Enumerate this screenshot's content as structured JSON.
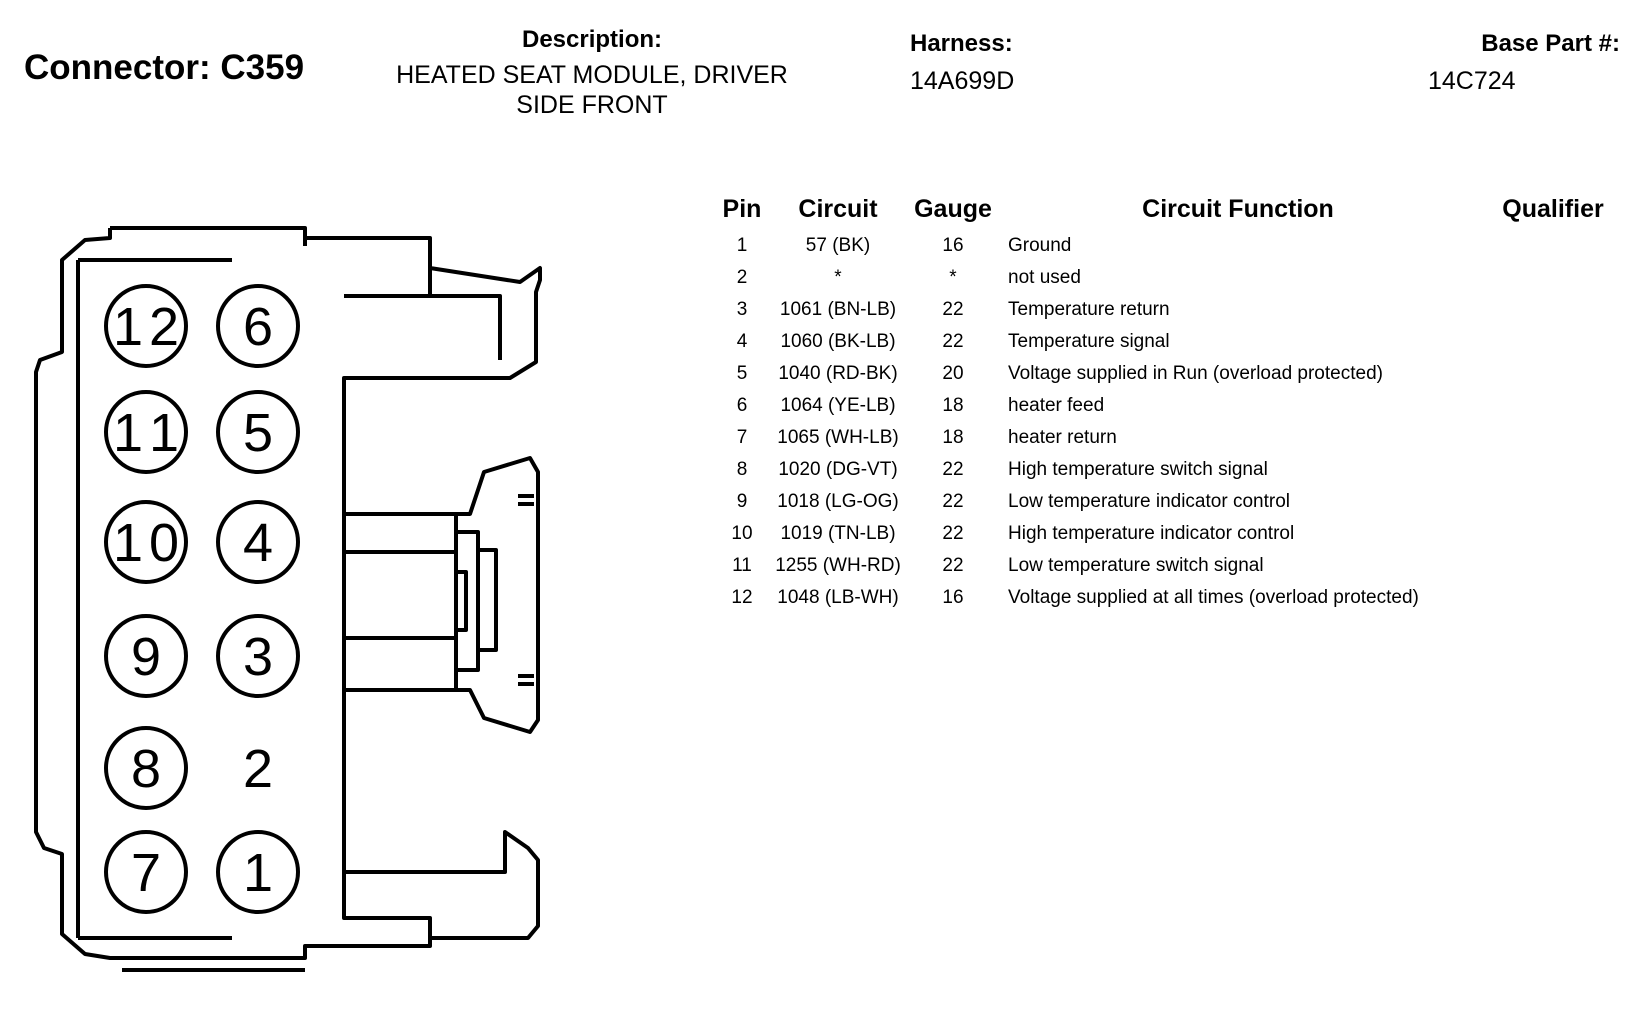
{
  "header": {
    "connector_label": "Connector: C359",
    "description_label": "Description:",
    "description_line1": "HEATED SEAT MODULE, DRIVER",
    "description_line2": "SIDE FRONT",
    "harness_label": "Harness:",
    "harness_value": "14A699D",
    "base_part_label": "Base Part #:",
    "base_part_value": "14C724"
  },
  "table": {
    "columns": [
      "Pin",
      "Circuit",
      "Gauge",
      "Circuit Function",
      "Qualifier"
    ],
    "rows": [
      {
        "pin": "1",
        "circuit": "57 (BK)",
        "gauge": "16",
        "function": "Ground",
        "qualifier": ""
      },
      {
        "pin": "2",
        "circuit": "*",
        "gauge": "*",
        "function": "not used",
        "qualifier": ""
      },
      {
        "pin": "3",
        "circuit": "1061 (BN-LB)",
        "gauge": "22",
        "function": "Temperature return",
        "qualifier": ""
      },
      {
        "pin": "4",
        "circuit": "1060 (BK-LB)",
        "gauge": "22",
        "function": "Temperature signal",
        "qualifier": ""
      },
      {
        "pin": "5",
        "circuit": "1040 (RD-BK)",
        "gauge": "20",
        "function": "Voltage supplied in Run (overload protected)",
        "qualifier": ""
      },
      {
        "pin": "6",
        "circuit": "1064 (YE-LB)",
        "gauge": "18",
        "function": "heater feed",
        "qualifier": ""
      },
      {
        "pin": "7",
        "circuit": "1065 (WH-LB)",
        "gauge": "18",
        "function": "heater return",
        "qualifier": ""
      },
      {
        "pin": "8",
        "circuit": "1020 (DG-VT)",
        "gauge": "22",
        "function": "High temperature switch signal",
        "qualifier": ""
      },
      {
        "pin": "9",
        "circuit": "1018 (LG-OG)",
        "gauge": "22",
        "function": "Low temperature indicator control",
        "qualifier": ""
      },
      {
        "pin": "10",
        "circuit": "1019 (TN-LB)",
        "gauge": "22",
        "function": "High temperature indicator control",
        "qualifier": ""
      },
      {
        "pin": "11",
        "circuit": "1255 (WH-RD)",
        "gauge": "22",
        "function": "Low temperature switch signal",
        "qualifier": ""
      },
      {
        "pin": "12",
        "circuit": "1048 (LB-WH)",
        "gauge": "16",
        "function": "Voltage supplied at all times (overload protected)",
        "qualifier": ""
      }
    ]
  },
  "diagram": {
    "pins": [
      {
        "label": "12",
        "circled": true
      },
      {
        "label": "6",
        "circled": true
      },
      {
        "label": "11",
        "circled": true
      },
      {
        "label": "5",
        "circled": true
      },
      {
        "label": "10",
        "circled": true
      },
      {
        "label": "4",
        "circled": true
      },
      {
        "label": "9",
        "circled": true
      },
      {
        "label": "3",
        "circled": true
      },
      {
        "label": "8",
        "circled": true
      },
      {
        "label": "2",
        "circled": false
      },
      {
        "label": "7",
        "circled": true
      },
      {
        "label": "1",
        "circled": true
      }
    ]
  }
}
